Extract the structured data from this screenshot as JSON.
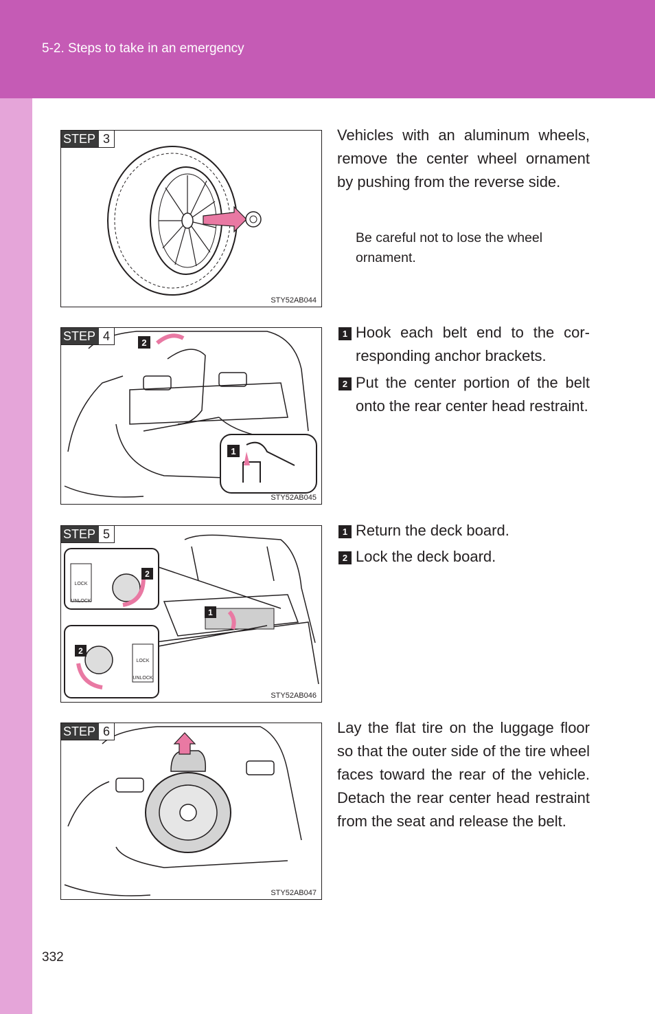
{
  "header": {
    "section": "5-2. Steps to take in an emergency"
  },
  "steps": [
    {
      "step_word": "STEP",
      "step_number": "3",
      "code": "STY52AB044",
      "text": "Vehicles with an aluminum wheels, remove the center wheel ornament by pushing from the reverse side.",
      "note": "Be careful not to lose the wheel ornament."
    },
    {
      "step_word": "STEP",
      "step_number": "4",
      "code": "STY52AB045",
      "callouts": [
        "1",
        "2"
      ],
      "items": [
        {
          "num": "1",
          "text": "Hook each belt end to the cor-responding anchor brackets."
        },
        {
          "num": "2",
          "text": "Put the center portion of the belt onto the rear center head restraint."
        }
      ]
    },
    {
      "step_word": "STEP",
      "step_number": "5",
      "code": "STY52AB046",
      "callouts": [
        "1",
        "2",
        "2"
      ],
      "lock_labels": [
        "LOCK",
        "UNLOCK",
        "LOCK",
        "UNLOCK"
      ],
      "items": [
        {
          "num": "1",
          "text": "Return the deck board."
        },
        {
          "num": "2",
          "text": "Lock the deck board."
        }
      ]
    },
    {
      "step_word": "STEP",
      "step_number": "6",
      "code": "STY52AB047",
      "text": "Lay the flat tire on the luggage floor so that the outer side of the tire wheel faces toward the rear of the vehicle. Detach the rear center head restraint from the seat and release the belt."
    }
  ],
  "page_number": "332",
  "colors": {
    "header": "#c55bb5",
    "side_band": "#e5a5d9",
    "arrow": "#e979a3"
  }
}
